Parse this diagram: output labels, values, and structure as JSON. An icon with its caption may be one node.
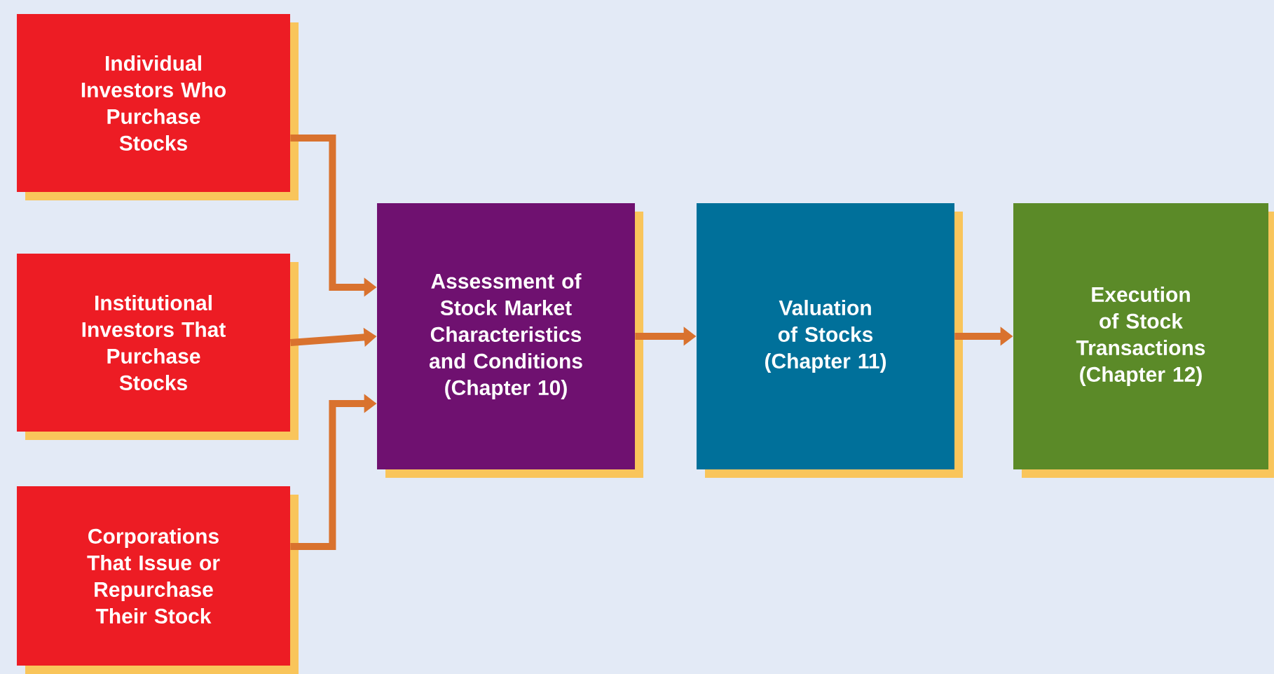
{
  "diagram": {
    "nodes": [
      {
        "text": [
          "Individual Investors Who Purchase Stocks"
        ]
      },
      {
        "text": [
          "Institutional Investors That Purchase Stocks"
        ]
      },
      {
        "text": [
          "Corporations That Issue or Repurchase Their Stock"
        ]
      },
      {
        "text": [
          "Assessment of Stock Market Characteristics and Conditions (Chapter 10)"
        ]
      },
      {
        "text": [
          "Valuation of Stocks (Chapter 11)"
        ]
      },
      {
        "text": [
          "Execution of Stock Transactions (Chapter 12)"
        ]
      }
    ],
    "edges": [
      {
        "from": 0,
        "to": 3,
        "arrow": "to"
      },
      {
        "from": 1,
        "to": 3,
        "arrow": "to"
      },
      {
        "from": 2,
        "to": 3,
        "arrow": "to"
      },
      {
        "from": 3,
        "to": 4,
        "arrow": "to"
      },
      {
        "from": 4,
        "to": 5,
        "arrow": "to"
      }
    ]
  }
}
